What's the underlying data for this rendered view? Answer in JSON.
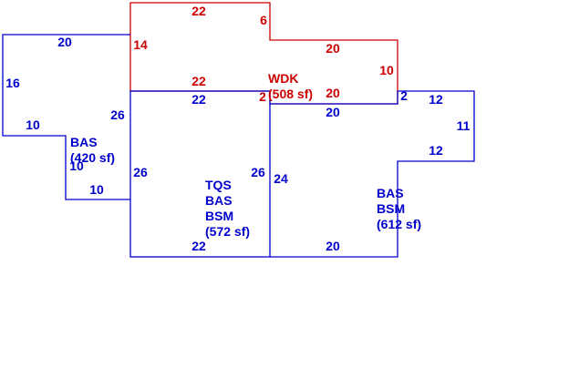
{
  "colors": {
    "blue": "#0000cc",
    "red": "#cc0000",
    "background": "#ffffff"
  },
  "dimensions": {
    "wdk_top": "22",
    "wdk_notch_right": "6",
    "wdk_upper_right_top": "20",
    "wdk_left": "14",
    "wdk_right": "10",
    "wdk_bottom_left": "22",
    "wdk_bottom_mid": "20",
    "wdk_step": "2",
    "bas420_top": "20",
    "bas420_left": "16",
    "bas420_bottom": "10",
    "bas420_right_upper": "26",
    "bas420_inner": "10",
    "bas420_lower": "10",
    "tqs_top": "22",
    "tqs_left": "26",
    "tqs_right": "26",
    "tqs_bottom": "22",
    "bsm612_top": "20",
    "bsm612_left": "24",
    "bsm612_bottom": "20",
    "bsm612_step": "2",
    "bsm612_bump_top": "12",
    "bsm612_bump_right": "11",
    "bsm612_bump_bottom": "12"
  },
  "areas": {
    "wdk": {
      "line1": "WDK",
      "line2": "(508 sf)"
    },
    "bas420": {
      "line1": "BAS",
      "line2": "(420 sf)"
    },
    "tqs": {
      "line1": "TQS",
      "line2": "BAS",
      "line3": "BSM",
      "line4": "(572 sf)"
    },
    "bsm612": {
      "line1": "BAS",
      "line2": "BSM",
      "line3": "(612 sf)"
    }
  }
}
